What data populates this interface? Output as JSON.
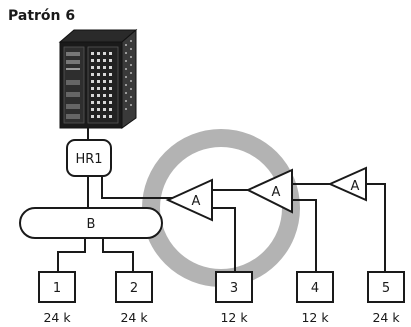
{
  "title": "Patrón 6",
  "hr_label": "HR1",
  "branch_label": "B",
  "amp_label": "A",
  "units": [
    {
      "id": "1",
      "capacity": "24 k"
    },
    {
      "id": "2",
      "capacity": "24 k"
    },
    {
      "id": "3",
      "capacity": "12 k"
    },
    {
      "id": "4",
      "capacity": "12 k"
    },
    {
      "id": "5",
      "capacity": "24 k"
    }
  ],
  "colors": {
    "ring": "#b3b3b3",
    "line": "#1a1a1a"
  },
  "icons": {
    "outdoor_unit": "server-tower-icon"
  }
}
